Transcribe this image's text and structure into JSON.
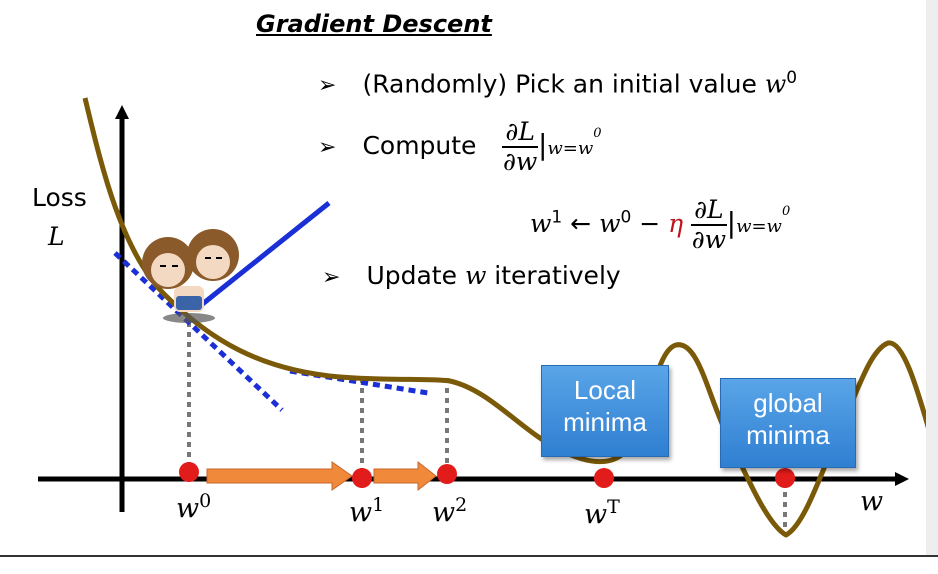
{
  "title": "Gradient Descent",
  "bullets": {
    "b1_prefix": "(Randomly) Pick an initial value ",
    "b1_var": "w",
    "b1_sup": "0",
    "b2_prefix": "Compute",
    "b2_num": "∂L",
    "b2_den": "∂w",
    "b2_sub": "w=w",
    "b2_sub_sup": "0",
    "b3_prefix": "Update ",
    "b3_var": "w",
    "b3_suffix": " iteratively"
  },
  "update_rule": {
    "lhs": "w",
    "lhs_sup": "1",
    "arrow": " ← ",
    "rhs_var": "w",
    "rhs_sup": "0",
    "minus": " − ",
    "eta": "η",
    "num": "∂L",
    "den": "∂w",
    "sub": "w=w",
    "sub_sup": "0"
  },
  "axis": {
    "loss_label": "Loss",
    "loss_var": "L",
    "x_var": "w"
  },
  "points": [
    {
      "var": "w",
      "sup": "0"
    },
    {
      "var": "w",
      "sup": "1"
    },
    {
      "var": "w",
      "sup": "2"
    },
    {
      "var": "w",
      "sup": "T"
    }
  ],
  "boxes": {
    "local": [
      "Local",
      "minima"
    ],
    "global": [
      "global",
      "minima"
    ]
  },
  "colors": {
    "curve": "#7a5a08",
    "tangent": "#1a2fd6",
    "point": "#e21b1b",
    "arrow": "#f08a3a",
    "box": "#3d8fdf",
    "eta": "#c0141b"
  }
}
